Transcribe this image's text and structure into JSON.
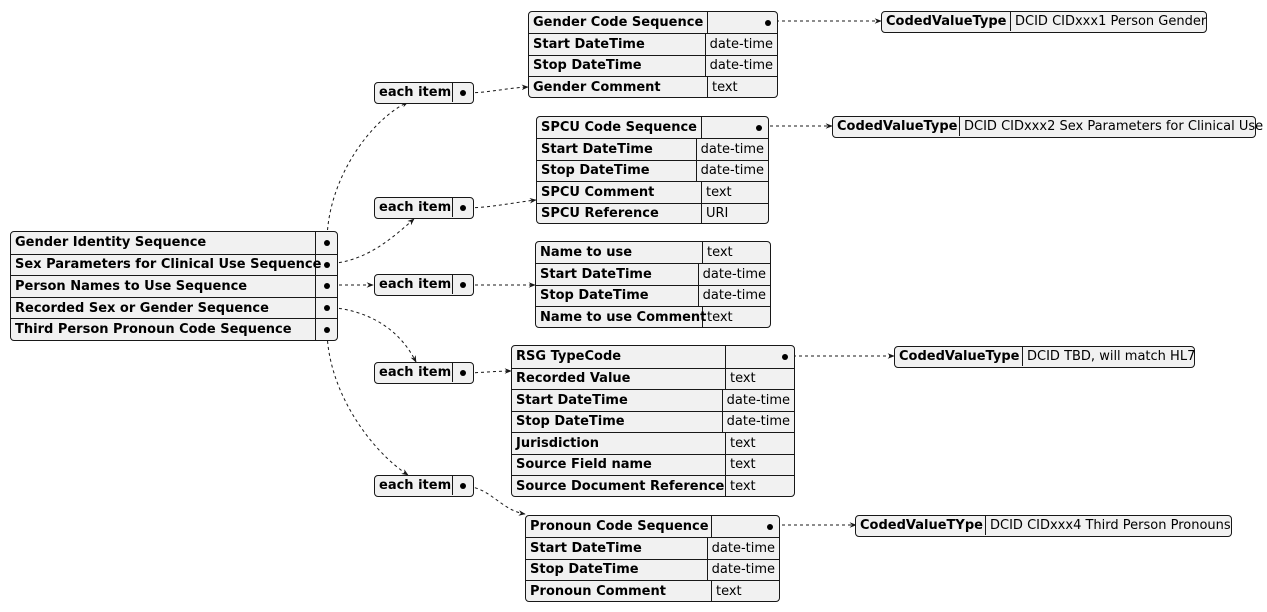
{
  "root": {
    "rows": [
      "Gender Identity Sequence",
      "Sex Parameters for Clinical Use Sequence",
      "Person Names to Use Sequence",
      "Recorded Sex or Gender Sequence",
      "Third Person Pronoun Code Sequence"
    ]
  },
  "item_label": "each item",
  "gender": {
    "rows": [
      {
        "k": "Gender Code Sequence",
        "v": ""
      },
      {
        "k": "Start DateTime",
        "v": "date-time"
      },
      {
        "k": "Stop DateTime",
        "v": "date-time"
      },
      {
        "k": "Gender Comment",
        "v": "text"
      }
    ],
    "coded": {
      "k": "CodedValueType",
      "v": "DCID CIDxxx1 Person Gender"
    }
  },
  "spcu": {
    "rows": [
      {
        "k": "SPCU Code Sequence",
        "v": ""
      },
      {
        "k": "Start DateTime",
        "v": "date-time"
      },
      {
        "k": "Stop DateTime",
        "v": "date-time"
      },
      {
        "k": "SPCU Comment",
        "v": "text"
      },
      {
        "k": "SPCU Reference",
        "v": "URI"
      }
    ],
    "coded": {
      "k": "CodedValueType",
      "v": "DCID CIDxxx2 Sex Parameters for Clinical Use"
    }
  },
  "names": {
    "rows": [
      {
        "k": "Name to use",
        "v": "text"
      },
      {
        "k": "Start DateTime",
        "v": "date-time"
      },
      {
        "k": "Stop DateTime",
        "v": "date-time"
      },
      {
        "k": "Name to use Comment",
        "v": "text"
      }
    ]
  },
  "rsg": {
    "rows": [
      {
        "k": "RSG TypeCode",
        "v": ""
      },
      {
        "k": "Recorded Value",
        "v": "text"
      },
      {
        "k": "Start DateTime",
        "v": "date-time"
      },
      {
        "k": "Stop DateTime",
        "v": "date-time"
      },
      {
        "k": "Jurisdiction",
        "v": "text"
      },
      {
        "k": "Source Field name",
        "v": "text"
      },
      {
        "k": "Source Document Reference",
        "v": "text"
      }
    ],
    "coded": {
      "k": "CodedValueType",
      "v": "DCID TBD, will match HL7"
    }
  },
  "pronoun": {
    "rows": [
      {
        "k": "Pronoun Code Sequence",
        "v": ""
      },
      {
        "k": "Start DateTime",
        "v": "date-time"
      },
      {
        "k": "Stop DateTime",
        "v": "date-time"
      },
      {
        "k": "Pronoun Comment",
        "v": "text"
      }
    ],
    "coded": {
      "k": "CodedValueTYpe",
      "v": "DCID CIDxxx4 Third Person Pronouns"
    }
  }
}
